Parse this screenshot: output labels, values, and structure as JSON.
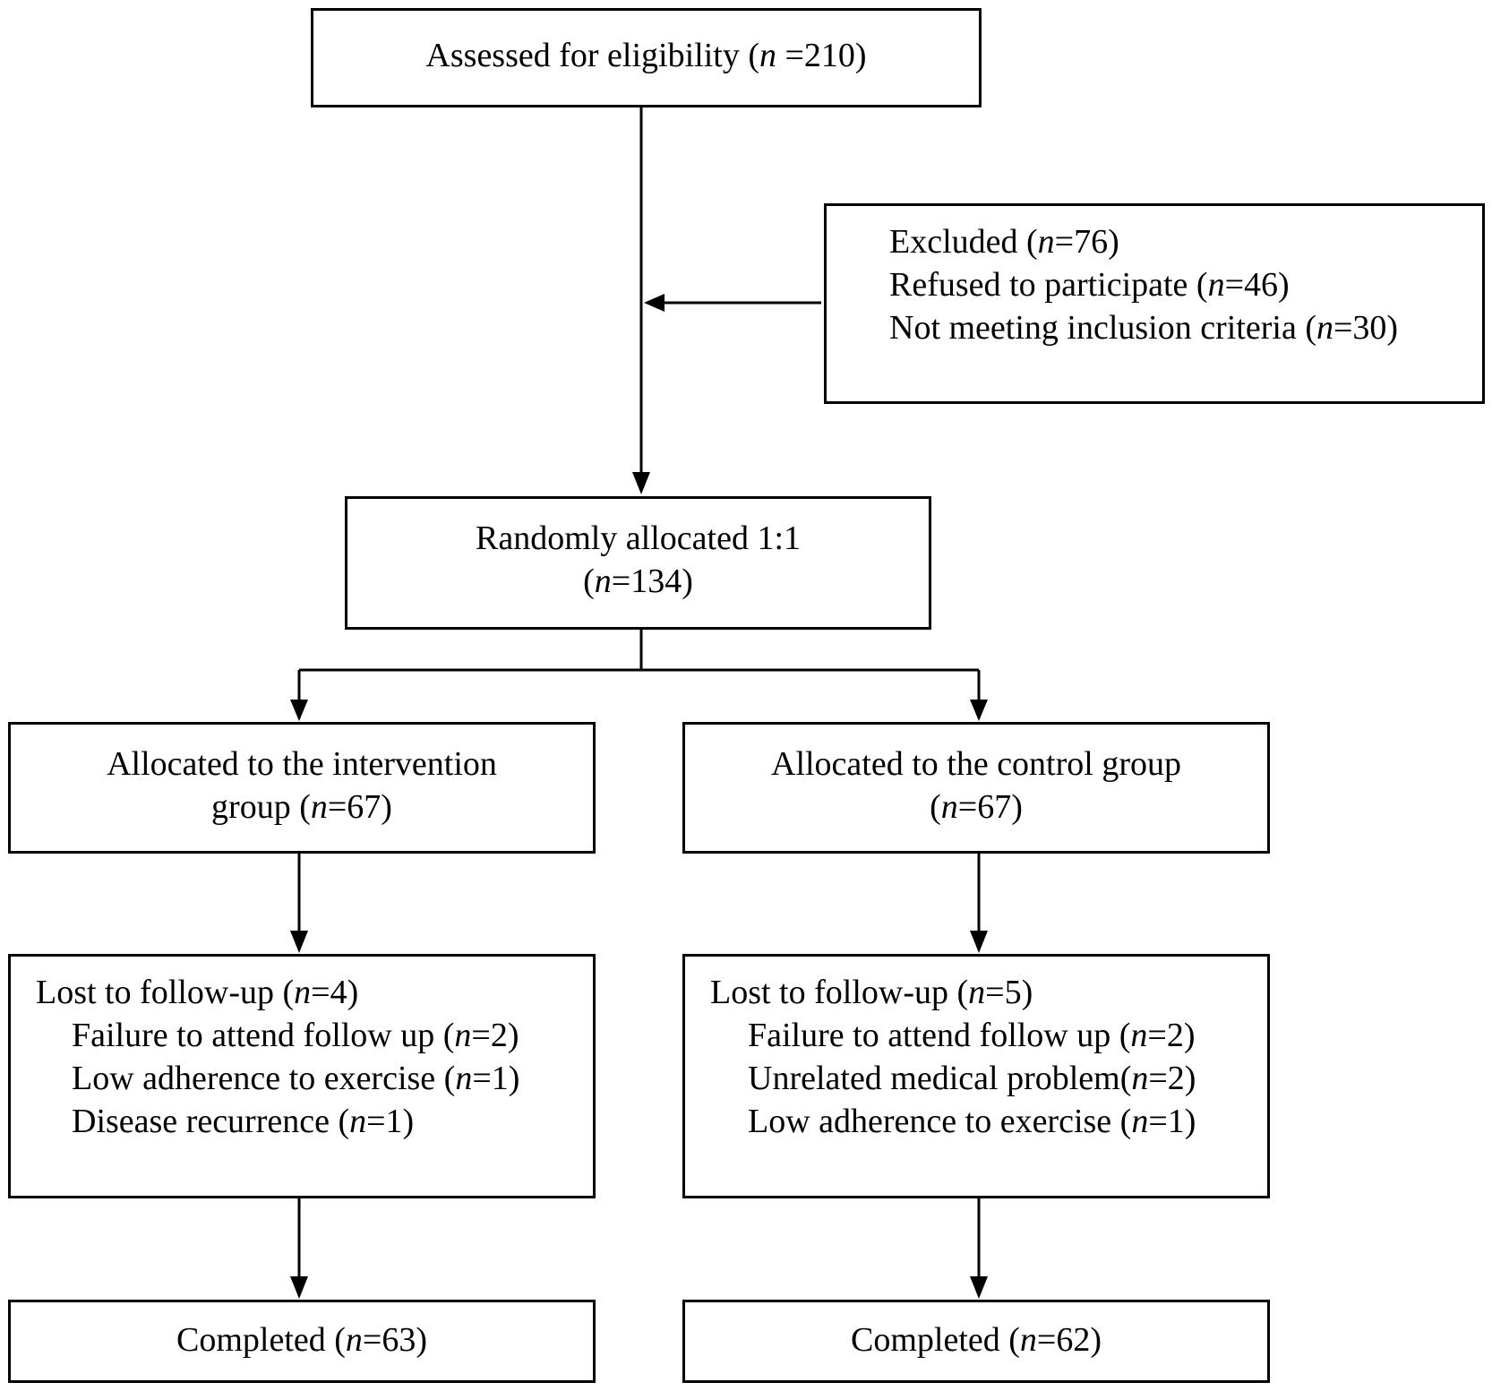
{
  "assessed": {
    "label": "Assessed for eligibility (",
    "n_symbol": "n",
    "value": " =210)"
  },
  "excluded": {
    "lines": [
      {
        "label": "Excluded (",
        "n_symbol": "n",
        "value": "=76)"
      },
      {
        "label": "Refused to participate (",
        "n_symbol": "n",
        "value": "=46)"
      },
      {
        "label": "Not meeting inclusion criteria (",
        "n_symbol": "n",
        "value": "=30)"
      }
    ]
  },
  "randomized": {
    "line1": "Randomly allocated 1:1",
    "line2_prefix": "(",
    "n_symbol": "n",
    "line2_value": "=134)"
  },
  "intervention_group": {
    "line1": "Allocated to the intervention",
    "line2_prefix": "group (",
    "n_symbol": "n",
    "line2_value": "=67)"
  },
  "control_group": {
    "line1": "Allocated to the control group",
    "line2_prefix": "(",
    "n_symbol": "n",
    "line2_value": "=67)"
  },
  "intervention_lost": {
    "header": {
      "label": "Lost to follow-up (",
      "n_symbol": "n",
      "value": "=4)"
    },
    "items": [
      {
        "label": "Failure to attend follow up (",
        "n_symbol": "n",
        "value": "=2)"
      },
      {
        "label": "Low adherence to exercise (",
        "n_symbol": "n",
        "value": "=1)"
      },
      {
        "label": "Disease recurrence (",
        "n_symbol": "n",
        "value": "=1)"
      }
    ]
  },
  "control_lost": {
    "header": {
      "label": "Lost to follow-up (",
      "n_symbol": "n",
      "value": "=5)"
    },
    "items": [
      {
        "label": "Failure to attend follow up (",
        "n_symbol": "n",
        "value": "=2)"
      },
      {
        "label": "Unrelated medical problem(",
        "n_symbol": "n",
        "value": "=2)"
      },
      {
        "label": "Low adherence to exercise (",
        "n_symbol": "n",
        "value": "=1)"
      }
    ]
  },
  "intervention_completed": {
    "label": "Completed (",
    "n_symbol": "n",
    "value": "=63)"
  },
  "control_completed": {
    "label": "Completed (",
    "n_symbol": "n",
    "value": "=62)"
  },
  "colors": {
    "stroke": "#000000",
    "background": "#ffffff"
  }
}
